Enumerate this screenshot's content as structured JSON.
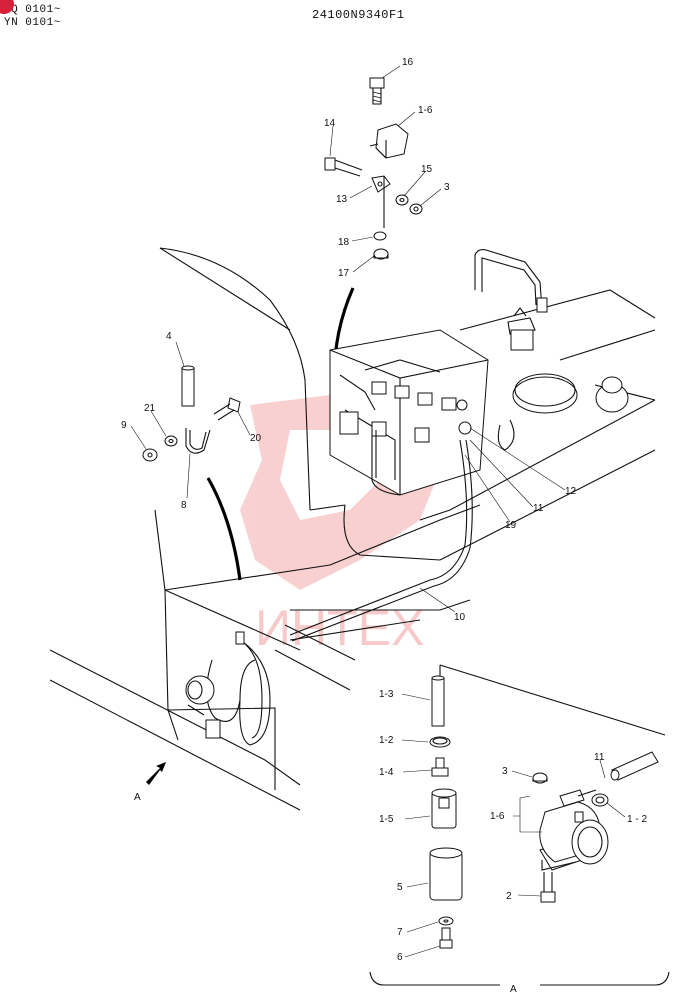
{
  "header": {
    "code_line_1": "YQ 0101~",
    "code_line_2": "YN 0101~",
    "doc_number": "24100N9340F1"
  },
  "watermark": {
    "text": "ИНТЕХ",
    "color": "#e03030"
  },
  "colors": {
    "line": "#111111",
    "badge": "#d8203a"
  },
  "callouts": {
    "p16": "16",
    "p1_6": "1-6",
    "p14": "14",
    "p15": "15",
    "p3": "3",
    "p13": "13",
    "p18": "18",
    "p17": "17",
    "p4": "4",
    "p21": "21",
    "p9": "9",
    "p20": "20",
    "p8": "8",
    "p12": "12",
    "p11": "11",
    "p19": "19",
    "p10": "10",
    "d1_3": "1-3",
    "d1_2": "1-2",
    "d1_4": "1-4",
    "d1_5": "1-5",
    "d5": "5",
    "d7": "7",
    "d6": "6",
    "d3": "3",
    "d1_6": "1-6",
    "d11": "11",
    "d1_2b": "1 - 2",
    "d2": "2"
  },
  "view": {
    "arrow_label": "A",
    "section_label": "A"
  }
}
